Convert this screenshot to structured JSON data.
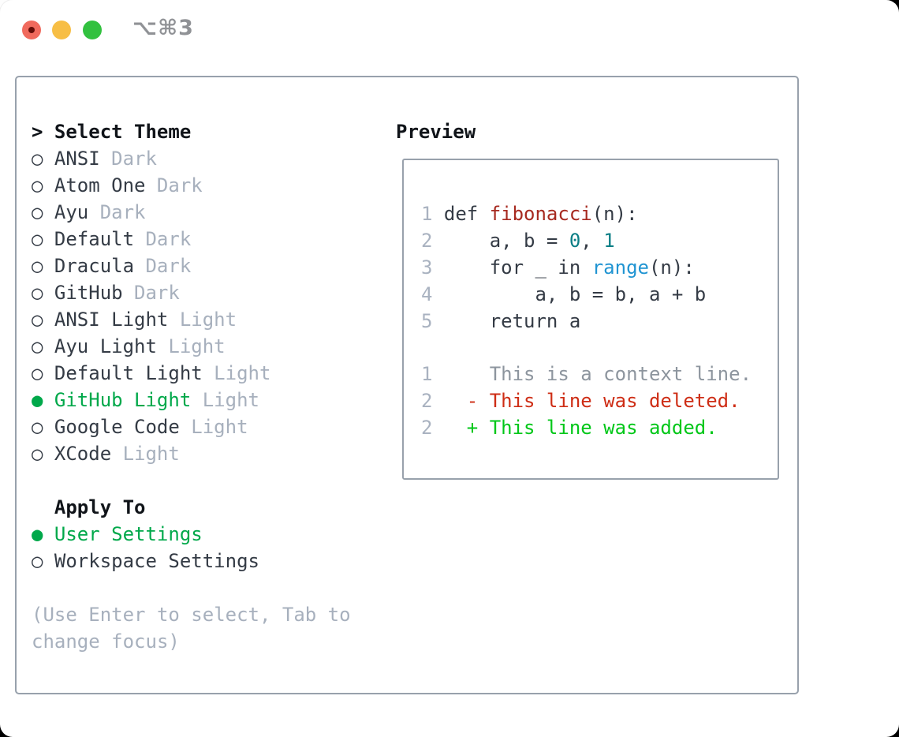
{
  "window": {
    "title": "⌥⌘3",
    "traffic_lights": [
      "close",
      "minimize",
      "zoom"
    ]
  },
  "theme_panel": {
    "header": {
      "prefix": ">",
      "label": "Select Theme"
    },
    "radio_unselected_icon": "○",
    "radio_selected_icon": "●",
    "items": [
      {
        "name": "ANSI",
        "tag": "Dark",
        "selected": false
      },
      {
        "name": "Atom One",
        "tag": "Dark",
        "selected": false
      },
      {
        "name": "Ayu",
        "tag": "Dark",
        "selected": false
      },
      {
        "name": "Default",
        "tag": "Dark",
        "selected": false
      },
      {
        "name": "Dracula",
        "tag": "Dark",
        "selected": false
      },
      {
        "name": "GitHub",
        "tag": "Dark",
        "selected": false
      },
      {
        "name": "ANSI Light",
        "tag": "Light",
        "selected": false
      },
      {
        "name": "Ayu Light",
        "tag": "Light",
        "selected": false
      },
      {
        "name": "Default Light",
        "tag": "Light",
        "selected": false
      },
      {
        "name": "GitHub Light",
        "tag": "Light",
        "selected": true
      },
      {
        "name": "Google Code",
        "tag": "Light",
        "selected": false
      },
      {
        "name": "XCode",
        "tag": "Light",
        "selected": false
      }
    ],
    "apply_to": {
      "header": "Apply To",
      "options": [
        {
          "name": "User Settings",
          "selected": true
        },
        {
          "name": "Workspace Settings",
          "selected": false
        }
      ]
    },
    "help_lines": [
      "(Use Enter to select, Tab to",
      "change focus)"
    ]
  },
  "preview": {
    "header": "Preview",
    "code_lines": [
      {
        "num": "1",
        "segments": [
          {
            "text": "def ",
            "color": "code"
          },
          {
            "text": "fibonacci",
            "color": "function"
          },
          {
            "text": "(n):",
            "color": "code"
          }
        ]
      },
      {
        "num": "2",
        "segments": [
          {
            "text": "    a, b = ",
            "color": "code"
          },
          {
            "text": "0",
            "color": "number"
          },
          {
            "text": ", ",
            "color": "code"
          },
          {
            "text": "1",
            "color": "number"
          }
        ]
      },
      {
        "num": "3",
        "segments": [
          {
            "text": "    for _ in ",
            "color": "code"
          },
          {
            "text": "range",
            "color": "builtin"
          },
          {
            "text": "(n):",
            "color": "code"
          }
        ]
      },
      {
        "num": "4",
        "segments": [
          {
            "text": "        a, b = b, a + b",
            "color": "code"
          }
        ]
      },
      {
        "num": "5",
        "segments": [
          {
            "text": "    return a",
            "color": "code"
          }
        ]
      }
    ],
    "diff_lines": [
      {
        "num": "1",
        "segments": [
          {
            "text": "    This is a context line.",
            "color": "context"
          }
        ]
      },
      {
        "num": "2",
        "segments": [
          {
            "text": "  - This line was deleted.",
            "color": "deleted"
          }
        ]
      },
      {
        "num": "2",
        "segments": [
          {
            "text": "  + This line was added.",
            "color": "added"
          }
        ]
      }
    ]
  },
  "colors": {
    "text": "#343b45",
    "heading": "#101419",
    "tag": "#a7b0bd",
    "help": "#a7b0bd",
    "green": "#00a84a",
    "green_add": "#00c718",
    "red_del": "#ce2d15",
    "red_func": "#a72a20",
    "teal": "#0b7e85",
    "blue": "#2094d2",
    "border": "#98a1ac",
    "linenum": "#a9b2c0",
    "context": "#8d959e",
    "title": "#909296",
    "traffic_red": "#f06a5d",
    "traffic_red_dot": "#640d08",
    "traffic_yellow": "#f7be45",
    "traffic_green": "#32c13f"
  }
}
